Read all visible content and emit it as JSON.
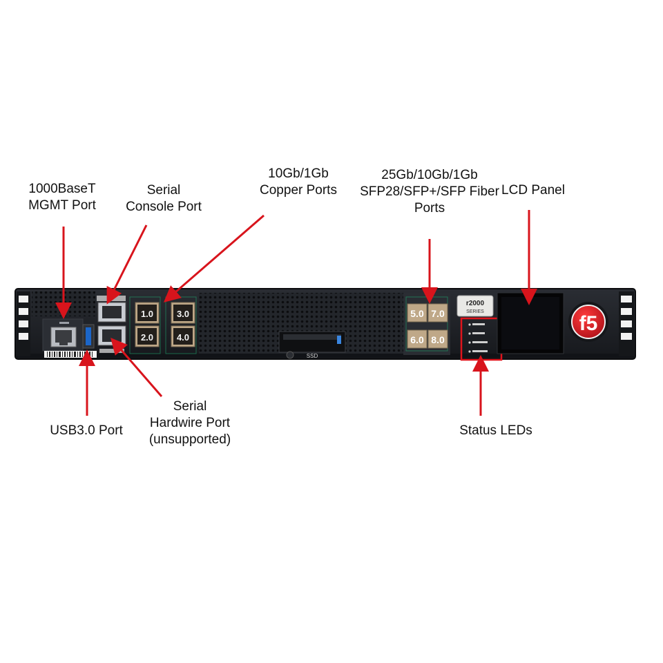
{
  "callouts": {
    "mgmt": [
      "1000BaseT",
      "MGMT Port"
    ],
    "console": [
      "Serial",
      "Console Port"
    ],
    "copper": [
      "10Gb/1Gb",
      "Copper Ports"
    ],
    "fiber": [
      "25Gb/10Gb/1Gb",
      "SFP28/SFP+/SFP Fiber",
      "Ports"
    ],
    "lcd": [
      "LCD Panel"
    ],
    "usb": [
      "USB3.0 Port"
    ],
    "hardwire": [
      "Serial",
      "Hardwire Port",
      "(unsupported)"
    ],
    "leds": [
      "Status LEDs"
    ]
  },
  "device": {
    "copper_ports": [
      "1.0",
      "2.0",
      "3.0",
      "4.0"
    ],
    "fiber_ports": [
      "5.0",
      "7.0",
      "6.0",
      "8.0"
    ],
    "series_label": [
      "r2000",
      "SERIES"
    ],
    "ssd_label": "SSD",
    "logo": "f5"
  },
  "colors": {
    "arrow": "#d8141c",
    "chassis": "#1d1f24",
    "port_bronze": "#bfa888",
    "logo_red": "#d01c24"
  }
}
